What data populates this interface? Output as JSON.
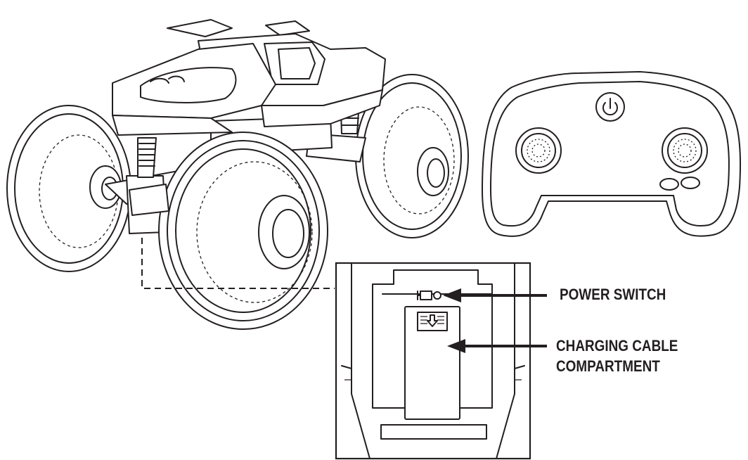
{
  "callouts": {
    "power_switch": "POWER SWITCH",
    "charging_cable_line1": "CHARGING CABLE",
    "charging_cable_line2": "COMPARTMENT"
  },
  "icons": {
    "remote_power_button": "power-icon",
    "battery_door_arrow": "down-arrow-icon"
  },
  "colors": {
    "line": "#231f20",
    "background": "#ffffff"
  }
}
